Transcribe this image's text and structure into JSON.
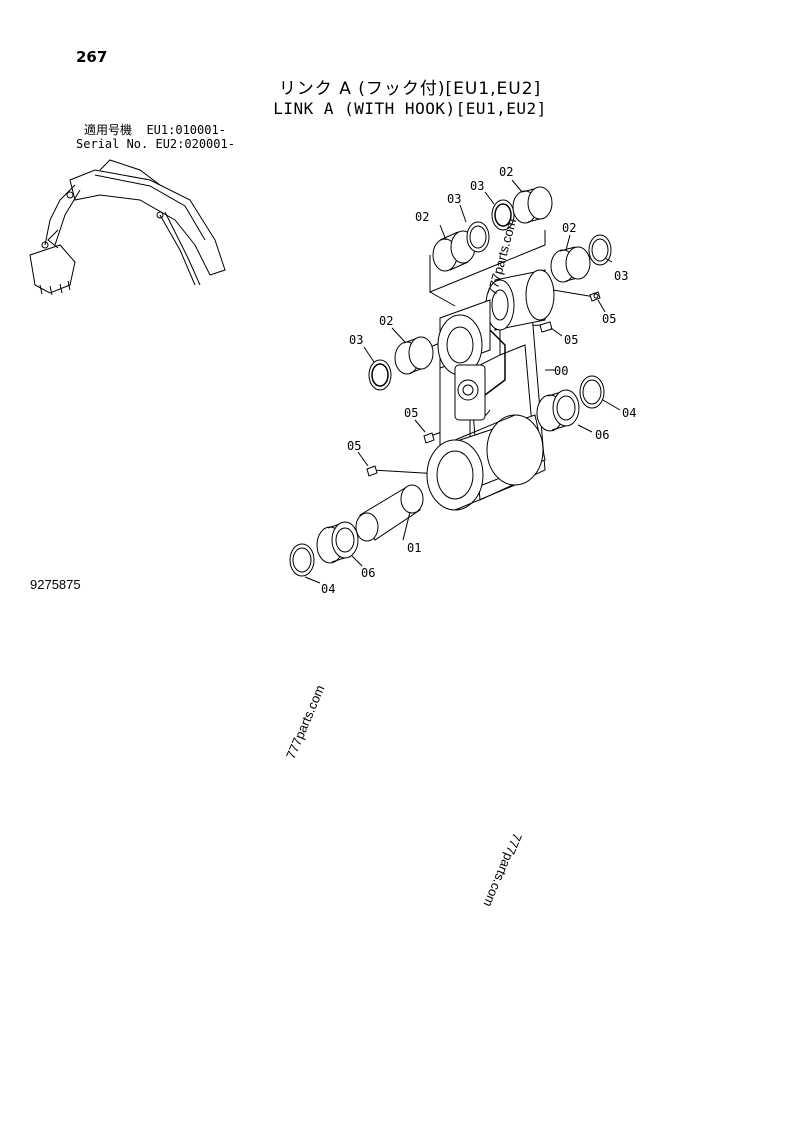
{
  "page": {
    "number": "267",
    "drawing_number": "9275875"
  },
  "title": {
    "japanese": "リンク A (フック付)[EU1,EU2]",
    "english": "LINK A (WITH HOOK)[EU1,EU2]"
  },
  "serial": {
    "line1": "適用号機  EU1:010001-",
    "line2": "Serial No. EU2:020001-"
  },
  "part_labels": {
    "p00": "00",
    "p01": "01",
    "p02_top_right": "02",
    "p02_top_left": "02",
    "p02_right": "02",
    "p02_left": "02",
    "p03_top_right": "03",
    "p03_top_left": "03",
    "p03_right": "03",
    "p03_left": "03",
    "p04_right": "04",
    "p04_left": "04",
    "p05_right_top": "05",
    "p05_right_mid": "05",
    "p05_mid": "05",
    "p05_left": "05",
    "p06_right": "06",
    "p06_left": "06"
  },
  "watermarks": {
    "w1": "777parts.com",
    "w2": "777parts.com",
    "w3": "777parts.com"
  }
}
